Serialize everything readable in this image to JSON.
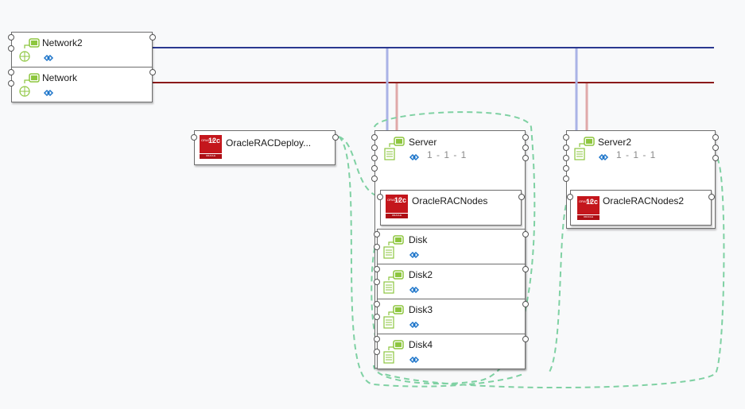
{
  "colors": {
    "network2_line": "#2b3990",
    "network_line": "#8b1a1a",
    "network2_link": "#aab3e6",
    "network_link": "#e0a9a9",
    "dependency": "#7fd1a3",
    "oracle_red": "#c4161c"
  },
  "networks": [
    {
      "id": "network2",
      "label": "Network2",
      "icon": "network-icon"
    },
    {
      "id": "network",
      "label": "Network",
      "icon": "network-icon"
    }
  ],
  "components": {
    "oracle_deploy": {
      "label": "OracleRACDeploy...",
      "icon": "oracle-12c-icon"
    },
    "server": {
      "label": "Server",
      "instances": "1 - 1 - 1",
      "icon": "server-icon"
    },
    "oracle_rac_nodes": {
      "label": "OracleRACNodes",
      "icon": "oracle-12c-icon"
    },
    "disk": {
      "label": "Disk",
      "icon": "disk-icon"
    },
    "disk2": {
      "label": "Disk2",
      "icon": "disk-icon"
    },
    "disk3": {
      "label": "Disk3",
      "icon": "disk-icon"
    },
    "disk4": {
      "label": "Disk4",
      "icon": "disk-icon"
    },
    "server2": {
      "label": "Server2",
      "instances": "1 - 1 - 1",
      "icon": "server-icon"
    },
    "oracle_rac_nodes2": {
      "label": "OracleRACNodes2",
      "icon": "oracle-12c-icon"
    }
  },
  "icon_labels": {
    "oracle_top": "ORACLE",
    "oracle_version": "12c",
    "oracle_bottom": "ORACLE"
  }
}
